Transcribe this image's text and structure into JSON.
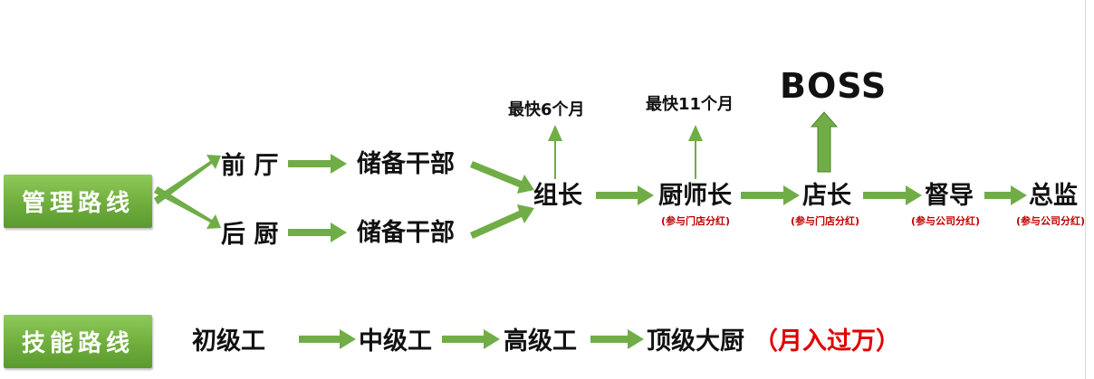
{
  "management": {
    "tag": "管理路线",
    "front": "前 厅",
    "back": "后 厨",
    "reserve_top": "储备干部",
    "reserve_bottom": "储备干部",
    "team_lead": "组长",
    "team_lead_note": "最快6个月",
    "head_chef": "厨师长",
    "head_chef_note": "最快11个月",
    "head_chef_share": "(参与门店分红)",
    "store_manager": "店长",
    "store_manager_share": "(参与门店分红)",
    "boss": "BOSS",
    "supervisor": "督导",
    "supervisor_share": "(参与公司分红)",
    "director": "总监",
    "director_share": "(参与公司分红)"
  },
  "skills": {
    "tag": "技能路线",
    "junior": "初级工",
    "middle": "中级工",
    "senior": "高级工",
    "top_chef": "顶级大厨",
    "salary_note": "（月入过万）"
  },
  "colors": {
    "arrow": "#70ad47",
    "arrow_dark": "#5a9a2e",
    "tag": "#6fad3d",
    "note": "#c00000"
  }
}
